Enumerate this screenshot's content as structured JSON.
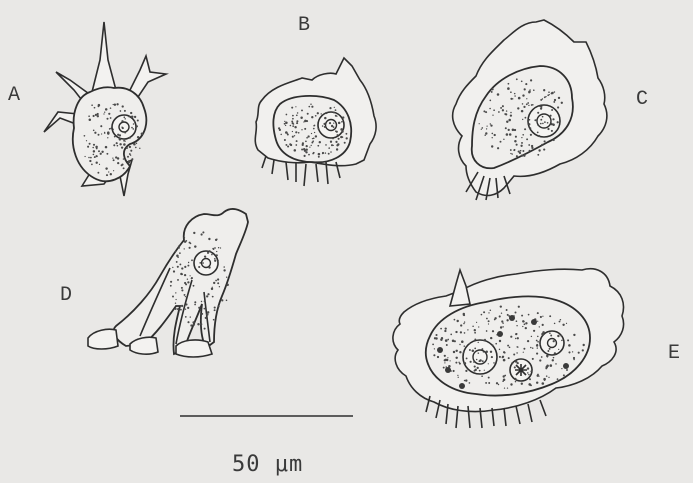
{
  "panels": [
    {
      "id": "A",
      "label": "A"
    },
    {
      "id": "B",
      "label": "B"
    },
    {
      "id": "C",
      "label": "C"
    },
    {
      "id": "D",
      "label": "D"
    },
    {
      "id": "E",
      "label": "E"
    }
  ],
  "scale_bar": {
    "label": "50 μm"
  },
  "colors": {
    "background": "#e9e8e6",
    "ink": "#2e2e2e"
  }
}
